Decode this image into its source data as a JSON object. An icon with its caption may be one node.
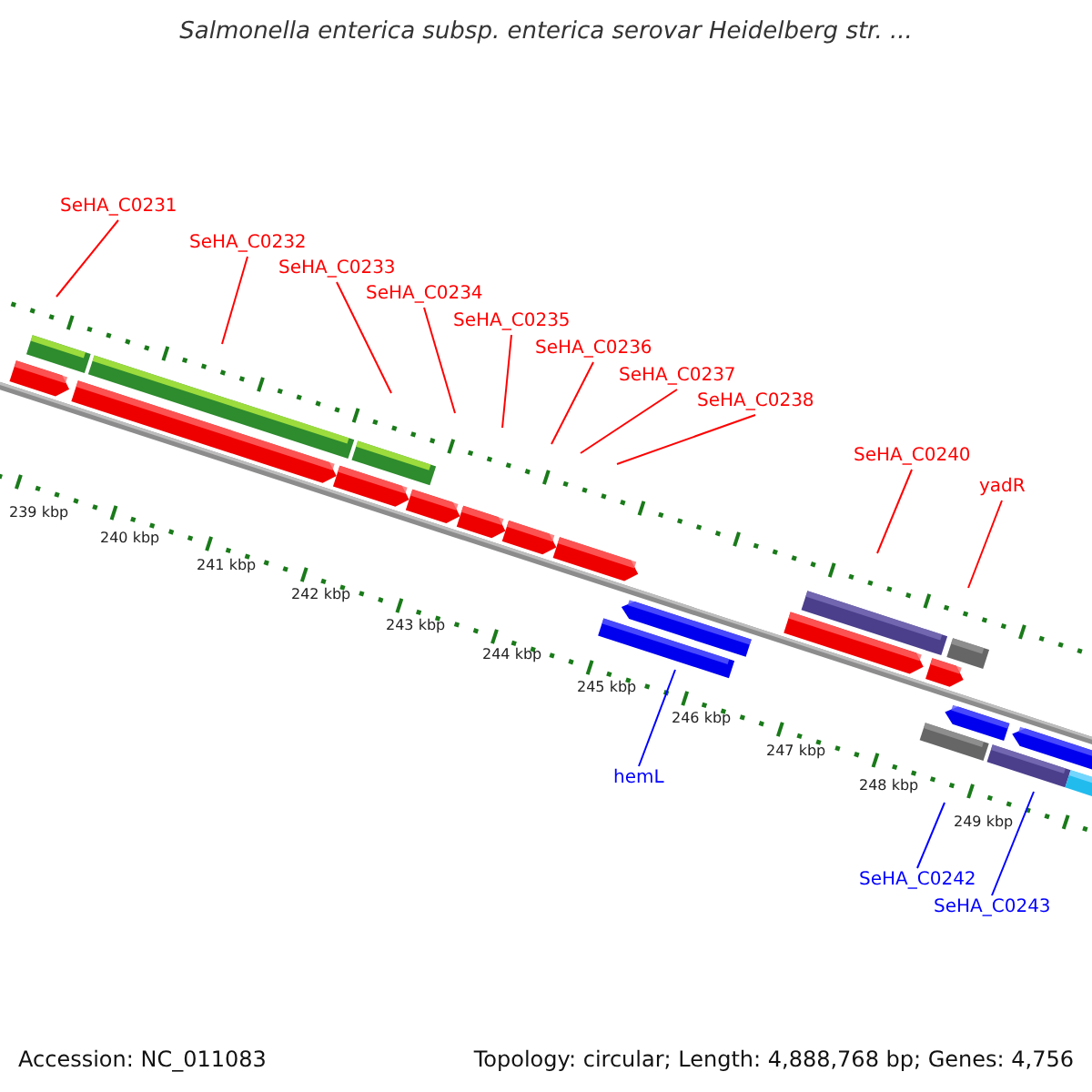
{
  "diagram": {
    "title": "Salmonella enterica subsp. enterica serovar Heidelberg str. ...",
    "nodes": [
      {
        "text": [
          "SeHA_C0231"
        ]
      },
      {
        "text": [
          "SeHA_C0232"
        ]
      },
      {
        "text": [
          "SeHA_C0233"
        ]
      },
      {
        "text": [
          "SeHA_C0234"
        ]
      },
      {
        "text": [
          "SeHA_C0235"
        ]
      },
      {
        "text": [
          "SeHA_C0236"
        ]
      },
      {
        "text": [
          "SeHA_C0237"
        ]
      },
      {
        "text": [
          "SeHA_C0238"
        ]
      },
      {
        "text": [
          "SeHA_C0240"
        ]
      },
      {
        "text": [
          "yadR"
        ]
      },
      {
        "text": [
          "hemL"
        ]
      },
      {
        "text": [
          "SeHA_C0242"
        ]
      },
      {
        "text": [
          "SeHA_C0243"
        ]
      }
    ],
    "edges": [
      {
        "from": 0,
        "to": null,
        "arrow": "none"
      },
      {
        "from": 1,
        "to": null,
        "arrow": "none"
      },
      {
        "from": 2,
        "to": null,
        "arrow": "none"
      },
      {
        "from": 3,
        "to": null,
        "arrow": "none"
      },
      {
        "from": 4,
        "to": null,
        "arrow": "none"
      },
      {
        "from": 5,
        "to": null,
        "arrow": "none"
      },
      {
        "from": 6,
        "to": null,
        "arrow": "none"
      },
      {
        "from": 7,
        "to": null,
        "arrow": "none"
      },
      {
        "from": 8,
        "to": null,
        "arrow": "none"
      },
      {
        "from": 9,
        "to": null,
        "arrow": "none"
      },
      {
        "from": 10,
        "to": null,
        "arrow": "none",
        "color": "#0000ff"
      },
      {
        "from": 11,
        "to": null,
        "arrow": "none",
        "color": "#0000ff"
      },
      {
        "from": 12,
        "to": null,
        "arrow": "none",
        "color": "#0000ff"
      }
    ],
    "labels": [
      "239 kbp",
      "240 kbp",
      "241 kbp",
      "242 kbp",
      "243 kbp",
      "244 kbp",
      "245 kbp",
      "246 kbp",
      "247 kbp",
      "248 kbp",
      "249 kbp",
      "Accession: NC_011083",
      "Topology: circular; Length: 4,888,768 bp; Genes: 4,756"
    ]
  }
}
